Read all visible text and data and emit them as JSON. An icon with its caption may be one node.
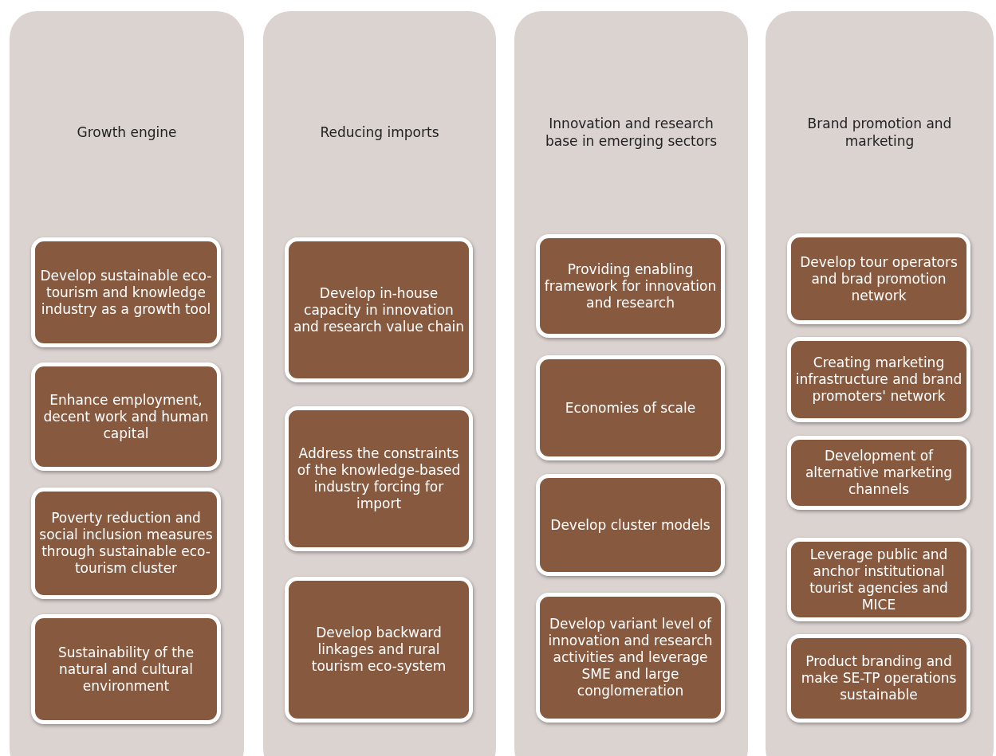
{
  "diagram": {
    "nodes": [
      {
        "text": [
          "Growth engine"
        ]
      },
      {
        "text": [
          "Develop sustainable eco-tourism and knowledge industry as a growth tool"
        ],
        "in": 0
      },
      {
        "text": [
          "Enhance employment, decent work and human capital"
        ],
        "in": 0
      },
      {
        "text": [
          "Poverty reduction and social inclusion measures through sustainable eco-tourism cluster"
        ],
        "in": 0
      },
      {
        "text": [
          "Sustainability of the natural and cultural environment"
        ],
        "in": 0
      },
      {
        "text": [
          "Reducing imports"
        ]
      },
      {
        "text": [
          "Develop in-house capacity in innovation and research value chain"
        ],
        "in": 5
      },
      {
        "text": [
          "Address the constraints of the knowledge-based industry forcing for import"
        ],
        "in": 5
      },
      {
        "text": [
          "Develop backward linkages and rural tourism eco-system"
        ],
        "in": 5
      },
      {
        "text": [
          "Innovation and research base in emerging sectors"
        ]
      },
      {
        "text": [
          "Providing enabling framework for innovation and research"
        ],
        "in": 9
      },
      {
        "text": [
          "Economies of scale"
        ],
        "in": 9
      },
      {
        "text": [
          "Develop cluster models"
        ],
        "in": 9
      },
      {
        "text": [
          "Develop variant level of innovation and research activities and leverage SME and large conglomeration"
        ],
        "in": 9
      },
      {
        "text": [
          "Brand promotion and marketing"
        ]
      },
      {
        "text": [
          "Develop tour operators and brad promotion network"
        ],
        "in": 14
      },
      {
        "text": [
          "Creating marketing infrastructure and brand promoters' network"
        ],
        "in": 14
      },
      {
        "text": [
          "Development of alternative marketing channels"
        ],
        "in": 14
      },
      {
        "text": [
          "Leverage public and anchor institutional tourist agencies and MICE"
        ],
        "in": 14
      },
      {
        "text": [
          "Product branding and make SE-TP operations sustainable"
        ],
        "in": 14
      }
    ],
    "edges": []
  }
}
